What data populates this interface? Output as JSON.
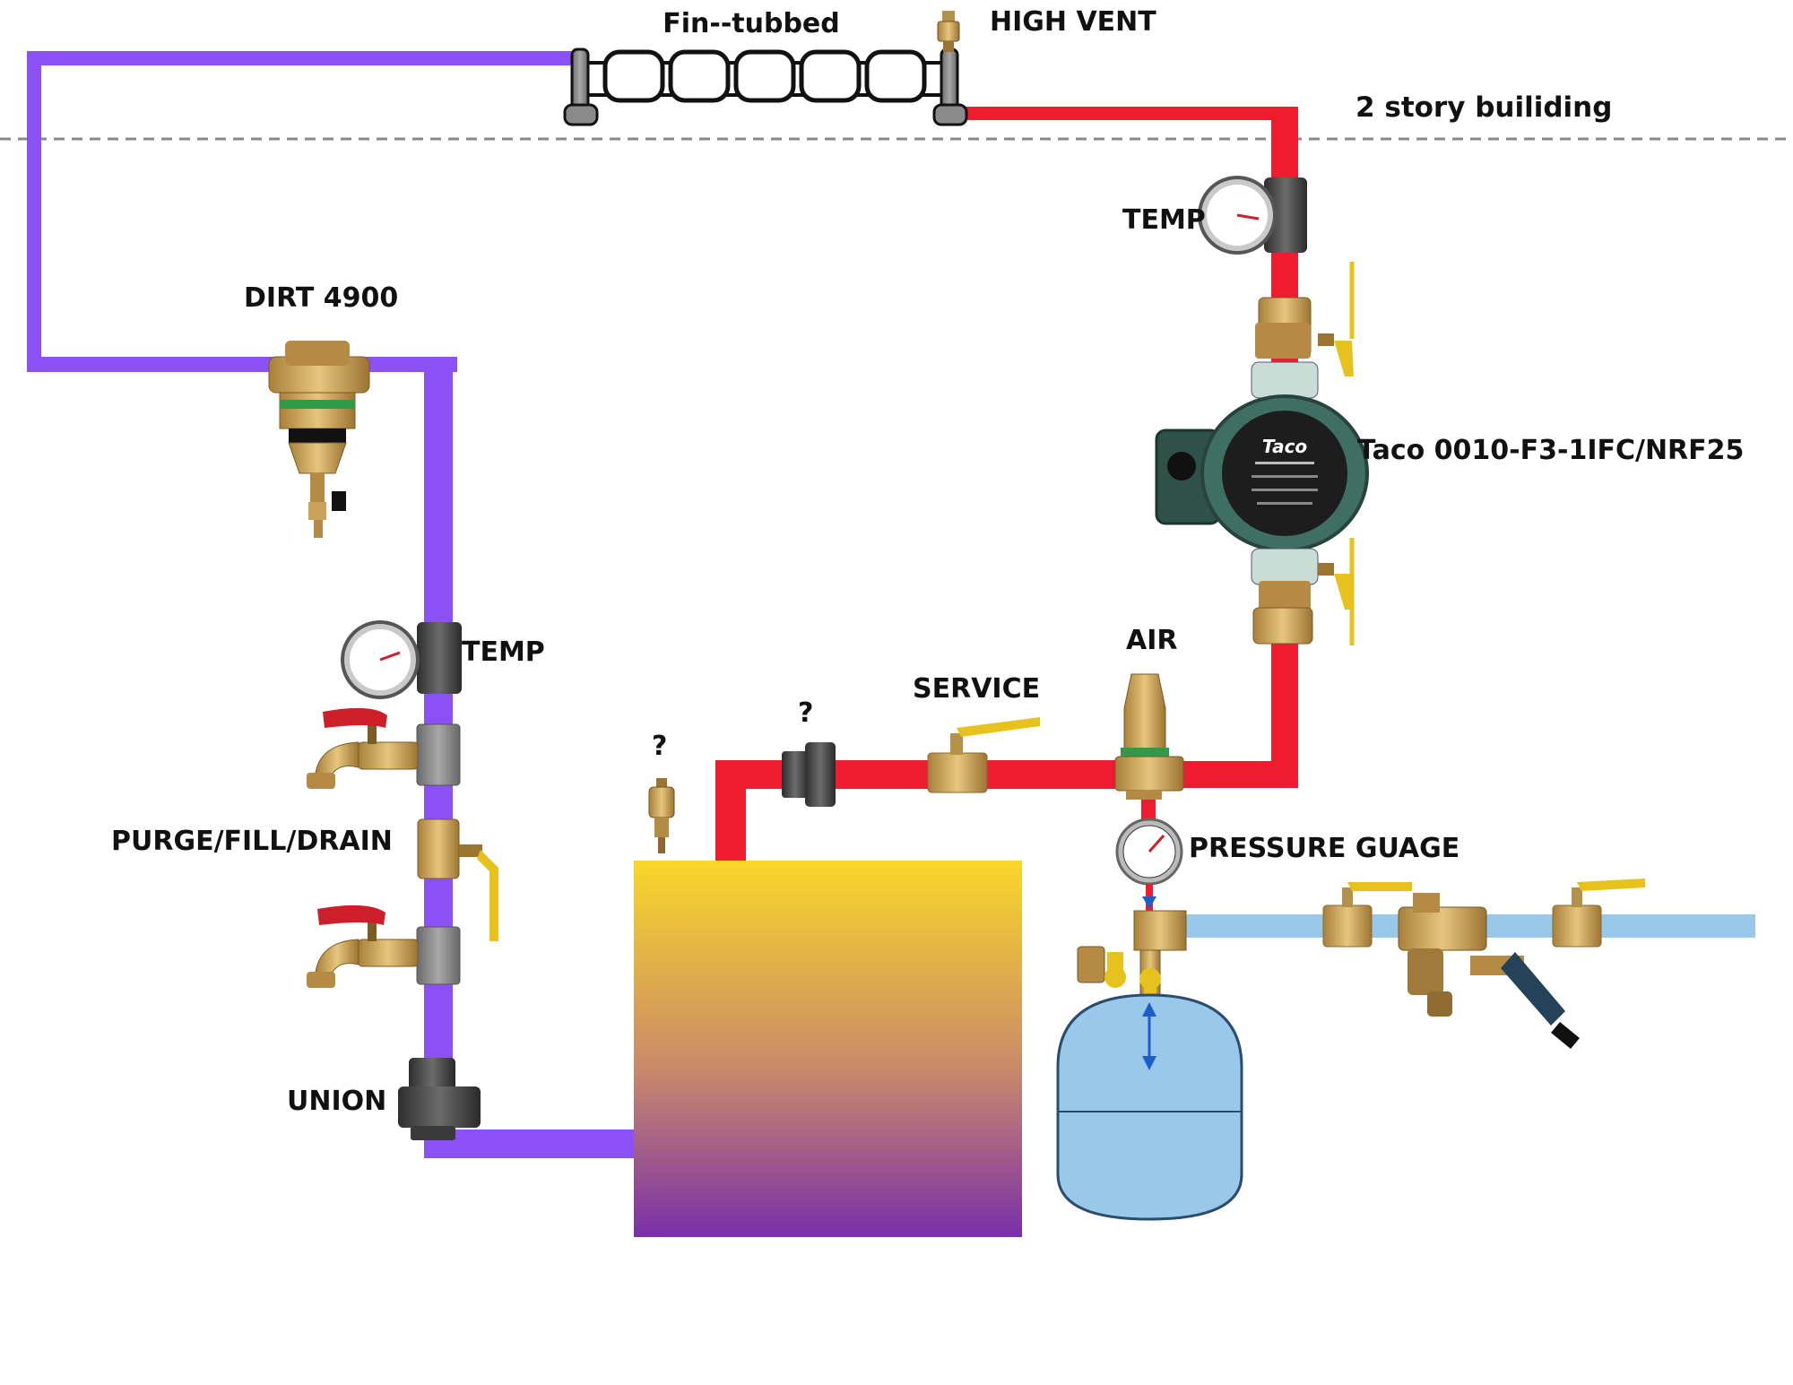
{
  "labels": {
    "fin_tubed": "Fin--tubbed",
    "high_vent": "HIGH VENT",
    "story": "2 story builiding",
    "temp_supply": "TEMP",
    "dirt": "DIRT 4900",
    "pump": "Taco 0010-F3-1IFC/NRF25",
    "temp_return": "TEMP",
    "air": "AIR",
    "service": "SERVICE",
    "q_vent": "?",
    "q_union": "?",
    "purge": "PURGE/FILL/DRAIN",
    "pressure": "PRESSURE GUAGE",
    "union": "UNION"
  },
  "colors": {
    "supply_pipe": "#ee1c2e",
    "return_pipe": "#8b50f6",
    "cold_pipe": "#9ac8ea",
    "boiler_top": "#f8d728",
    "boiler_bottom": "#7a2fa8",
    "brass": "#c9a35c",
    "iron": "#4a4a4a",
    "pump_body": "#3f6e62",
    "valve_handle": "#e8c21c",
    "spigot_handle": "#cc1f2a"
  }
}
